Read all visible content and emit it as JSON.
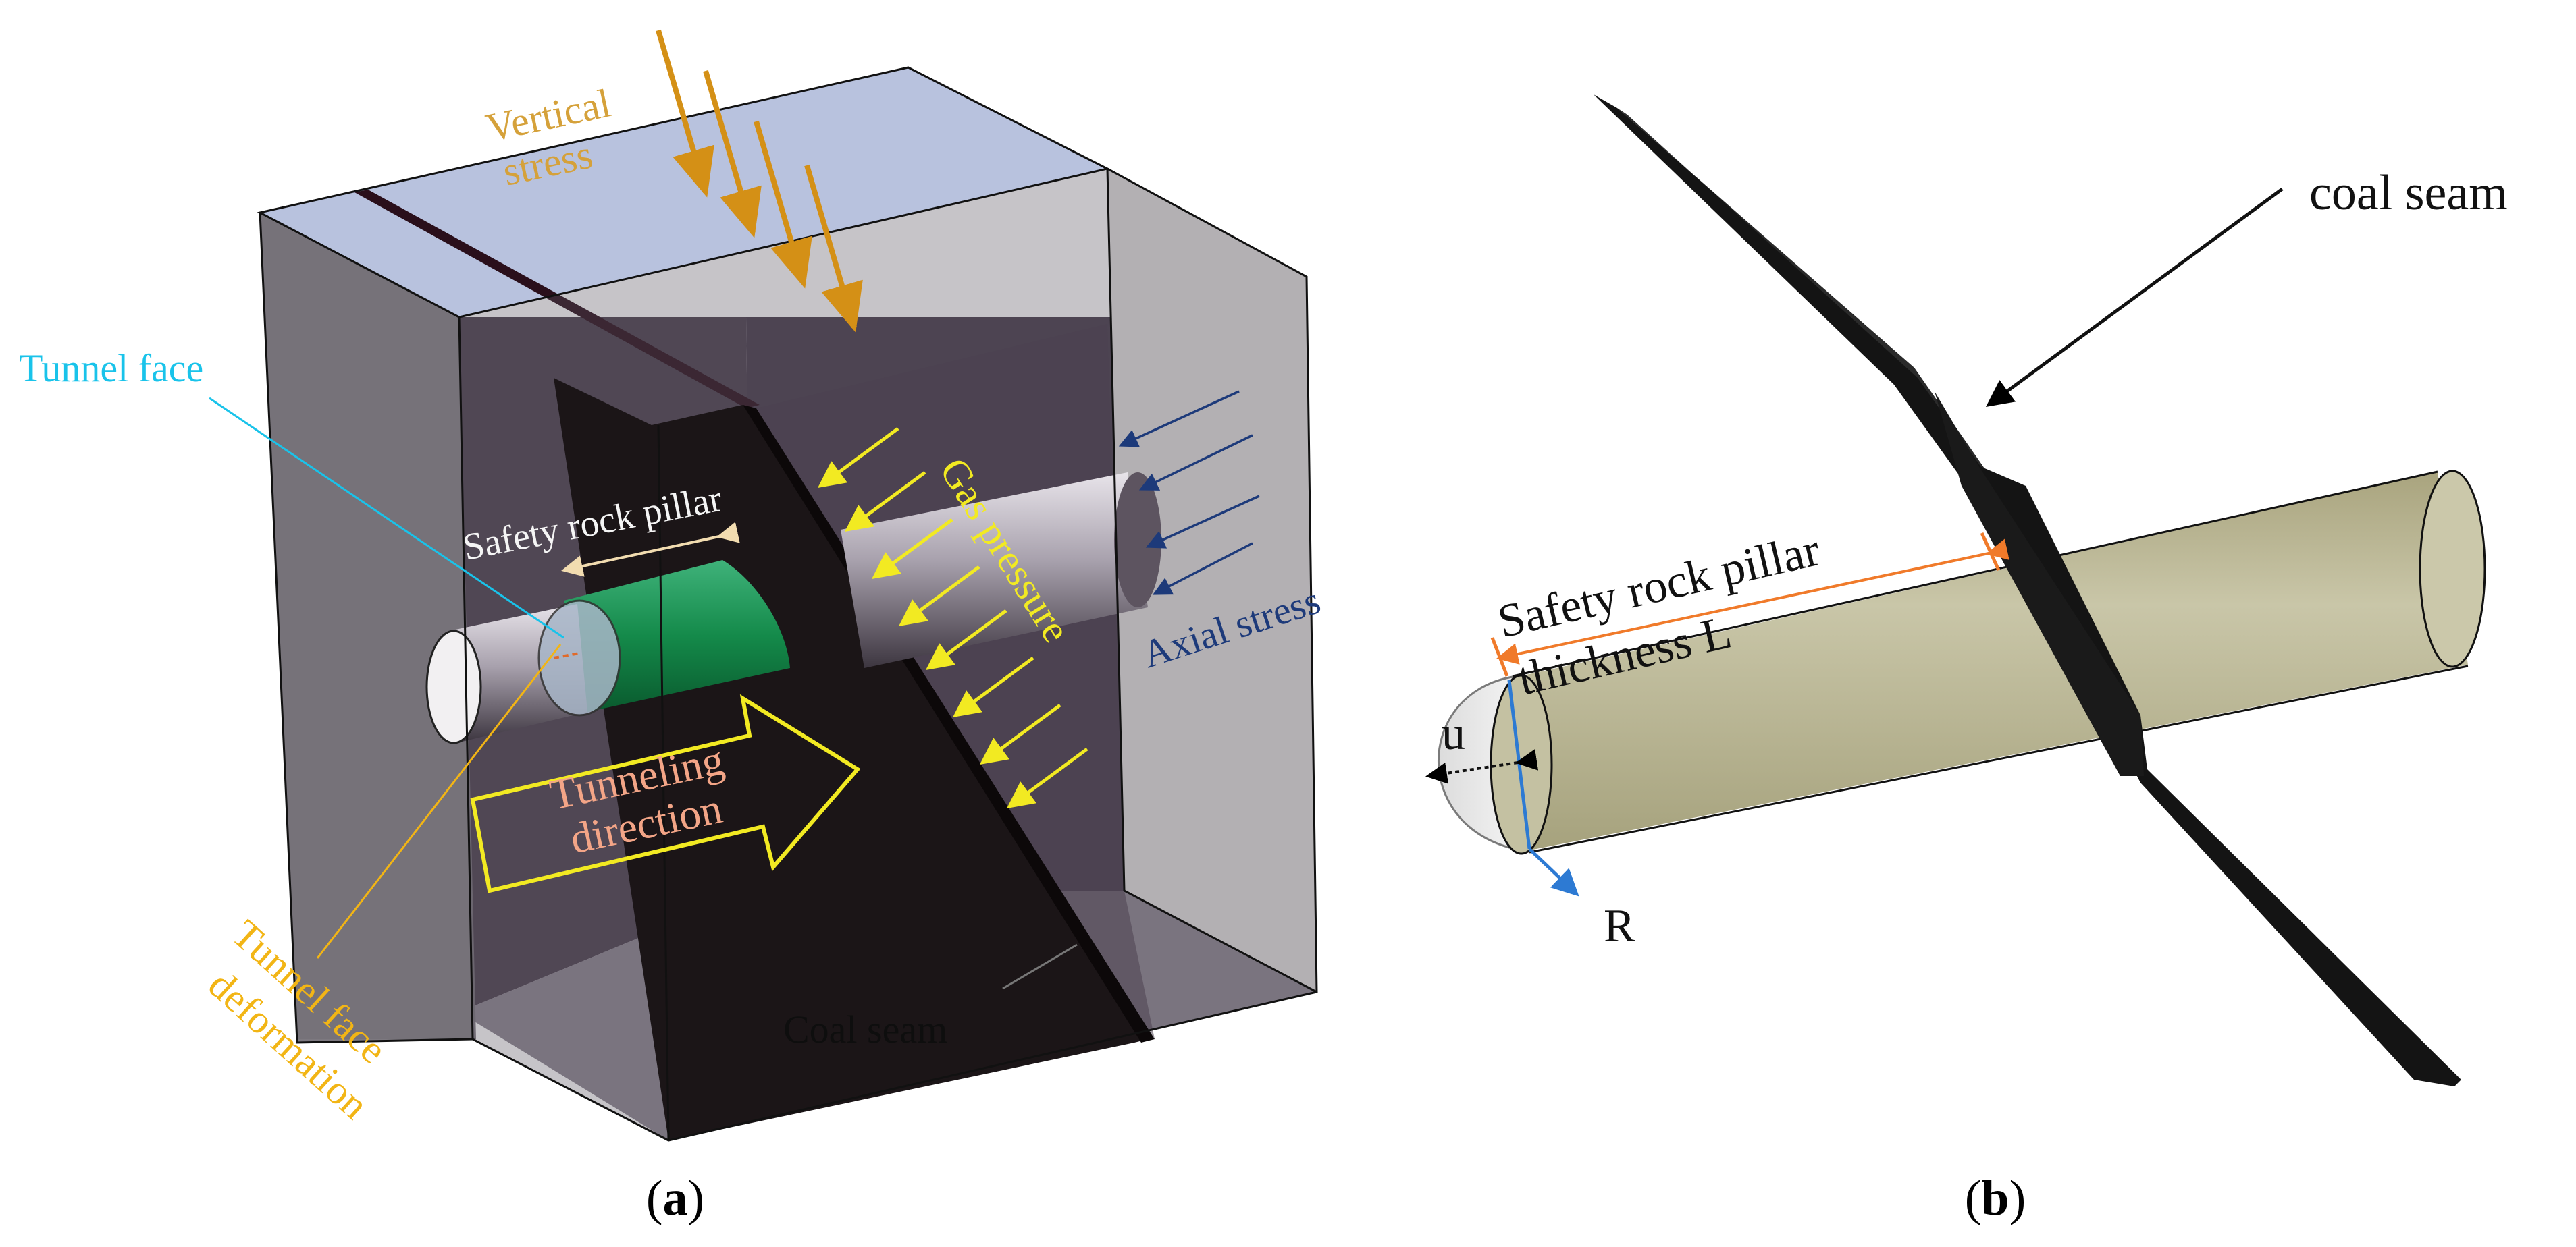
{
  "panel_a": {
    "labels": {
      "vertical_stress_1": "Vertical",
      "vertical_stress_2": "stress",
      "tunnel_face": "Tunnel face",
      "safety_rock_pillar": "Safety rock pillar",
      "gas_pressure": "Gas pressure",
      "axial_stress": "Axial stress",
      "tunneling_1": "Tunneling",
      "tunneling_2": "direction",
      "deformation_1": "Tunnel face",
      "deformation_2": "deformation",
      "coal_seam": "Coal seam"
    },
    "caption_open": "(",
    "caption_letter": "a",
    "caption_close": ")",
    "colors": {
      "vertical_stress": "#d5a13a",
      "tunnel_face": "#19c3ea",
      "gas_pressure": "#f2ea22",
      "axial_stress": "#1d3a7a",
      "tunneling_direction": "#f3a587",
      "face_deformation": "#f2b515",
      "excavated_section": "#148a4a"
    }
  },
  "panel_b": {
    "labels": {
      "coal_seam": "coal seam",
      "safety_pillar_1": "Safety rock pillar",
      "safety_pillar_2": "thickness L",
      "u": "u",
      "R": "R"
    },
    "caption_open": "(",
    "caption_letter": "b",
    "caption_close": ")",
    "colors": {
      "cylinder": "#c7c4a6",
      "dimension_line": "#f07a2a",
      "radius_arrow": "#2d7ad3",
      "coal_seam": "#141414"
    }
  }
}
